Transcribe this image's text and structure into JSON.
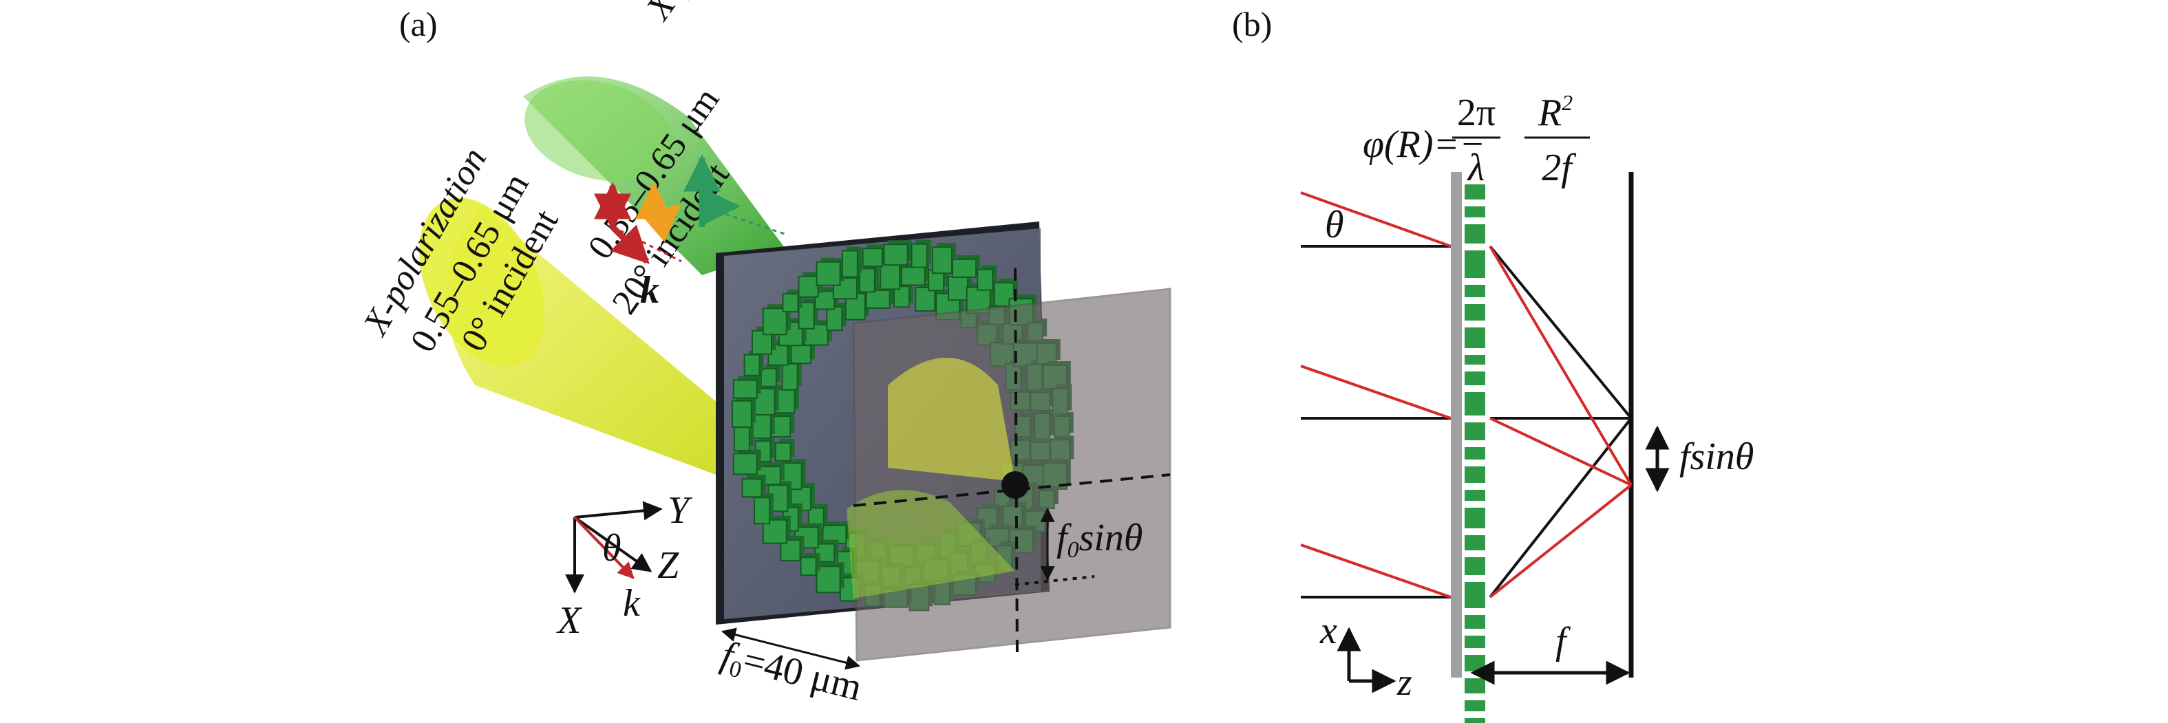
{
  "panel_a": {
    "tag": "(a)",
    "beam_20": {
      "line1": "X-polarization",
      "line2": "0.55–0.65 μm",
      "line3": "20° incident"
    },
    "beam_0": {
      "line1": "X-polarization",
      "line2": "0.55–0.65 μm",
      "line3": "0° incident"
    },
    "k_label": "k",
    "axes": {
      "y": "Y",
      "z": "Z",
      "x": "X",
      "theta": "θ",
      "k": "k"
    },
    "focal_shift_label": "f",
    "focal_shift_sub": "0",
    "focal_shift_rest": "sinθ",
    "focal_length_label": "f",
    "focal_length_sub": "0",
    "focal_length_rest": "=40 μm"
  },
  "panel_b": {
    "tag": "(b)",
    "phase_lhs": "φ(R)=−",
    "phase_num1": "2π",
    "phase_den1": "λ",
    "phase_num2": "R",
    "phase_num2_sup": "2",
    "phase_den2": "2f",
    "theta": "θ",
    "shift_label": "fsinθ",
    "f_label": "f",
    "axis_x": "x",
    "axis_z": "z"
  },
  "colors": {
    "red_ray": "#d42a2a",
    "green_block": "#2e9a45",
    "metasurface_bar": "#a0a0a0",
    "substrate": "#5a5f70",
    "focal_plane": "#6e6668",
    "beam_yellow": "#d6e62c",
    "beam_green": "#4cbf3a"
  }
}
